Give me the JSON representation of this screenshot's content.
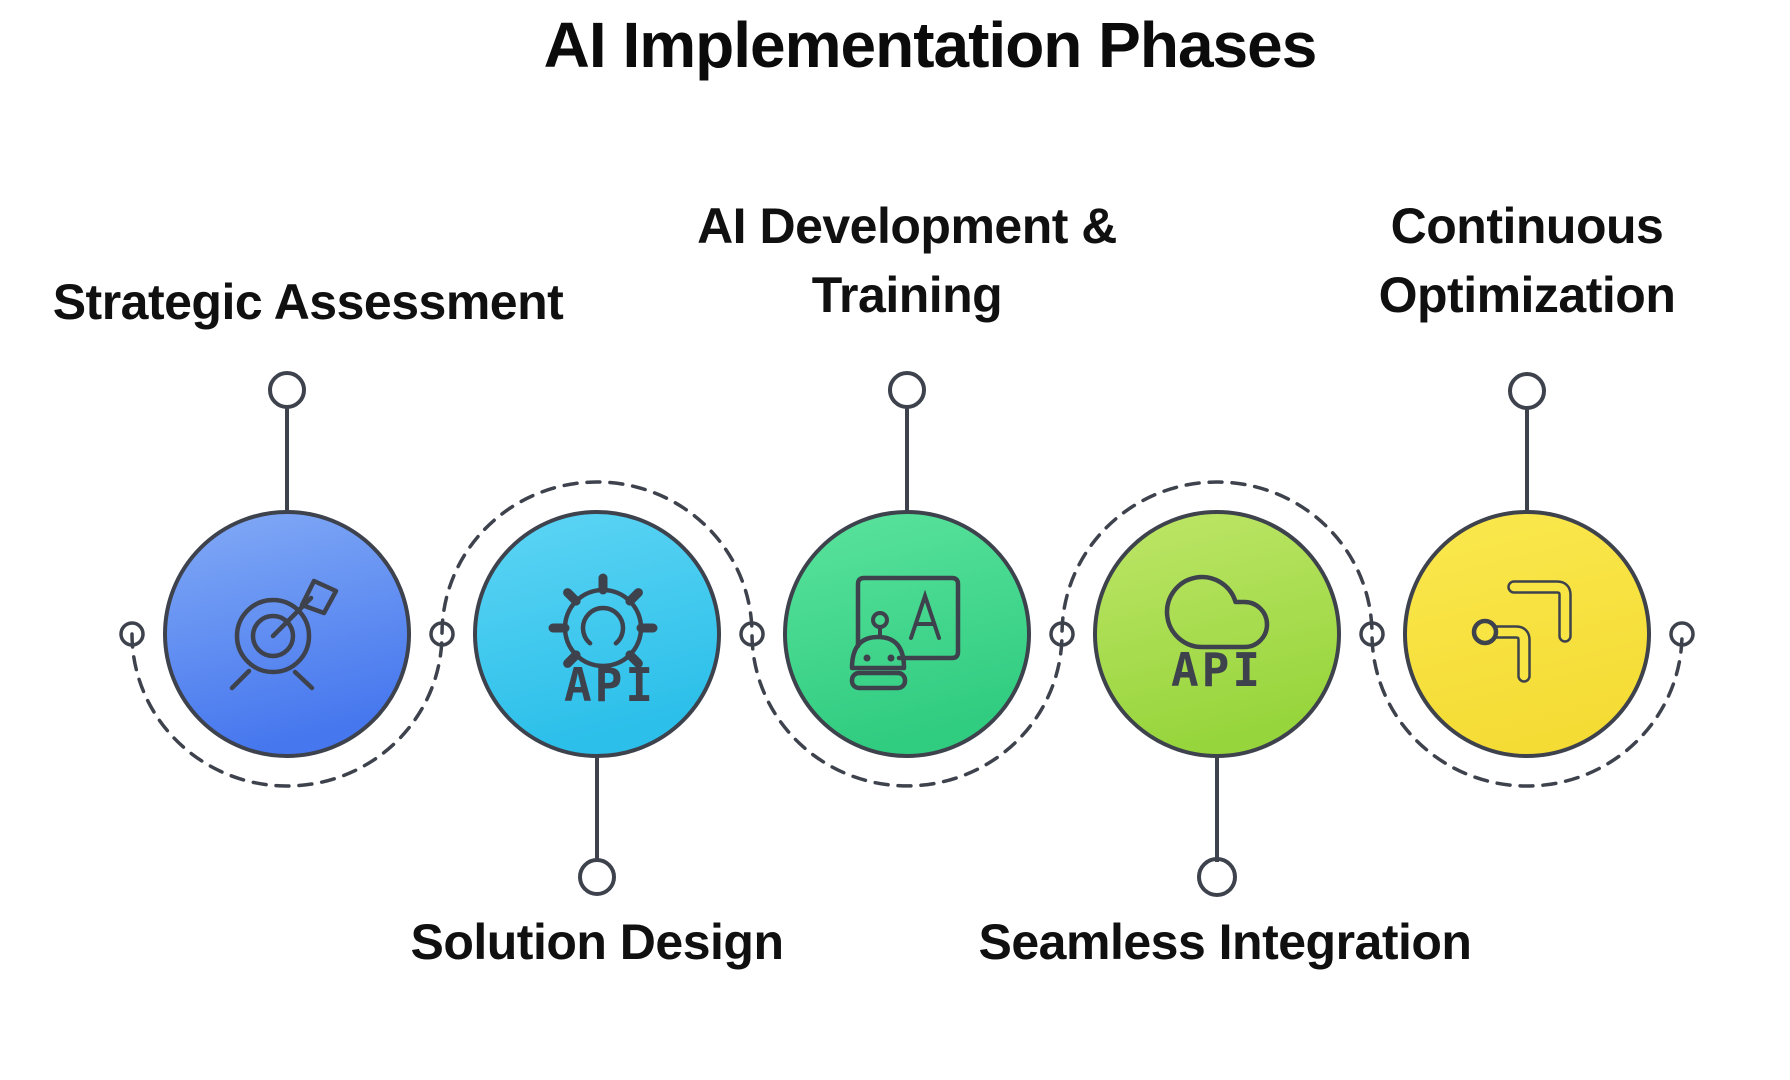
{
  "title": "AI Implementation Phases",
  "phases": [
    {
      "name": "Strategic Assessment",
      "label_side": "top",
      "icon": "target-dart",
      "colors": {
        "top": "#83ABF6",
        "bottom": "#4677EE",
        "dot": "#6DA0F4",
        "stem_dot": "#8FB4F6"
      }
    },
    {
      "name": "Solution Design",
      "label_side": "bottom",
      "icon": "gear-api",
      "icon_text": "API",
      "colors": {
        "top": "#5ED5F5",
        "bottom": "#2BBFE9",
        "dot": "#3DC9EF",
        "stem_dot": "#2BBFE9"
      }
    },
    {
      "name": "AI Development & Training",
      "label_side": "top",
      "icon": "screen-robot",
      "icon_text": "A",
      "colors": {
        "top": "#5BE39D",
        "bottom": "#30CC80",
        "dot": "#45DA8F",
        "stem_dot": "#4FDF95"
      }
    },
    {
      "name": "Seamless Integration",
      "label_side": "bottom",
      "icon": "cloud-api",
      "icon_text": "API",
      "colors": {
        "top": "#BEE668",
        "bottom": "#97D53C",
        "dot": "#C6E55F",
        "stem_dot": "#94D437"
      }
    },
    {
      "name": "Continuous Optimization",
      "label_side": "top",
      "icon": "bent-arrows",
      "colors": {
        "top": "#FAE84E",
        "bottom": "#F5DC35",
        "dot": "#F3DA3A",
        "stem_dot": "#F8E768"
      }
    }
  ],
  "wave_dot_colors": [
    "#6DA0F4",
    "#3DC9EF",
    "#45DA8F",
    "#C6E55F",
    "#F3DA3A",
    "#F3DA3A"
  ],
  "outline_color": "#3D424D",
  "background_color": "#FFFFFF",
  "text_color": "#101010"
}
